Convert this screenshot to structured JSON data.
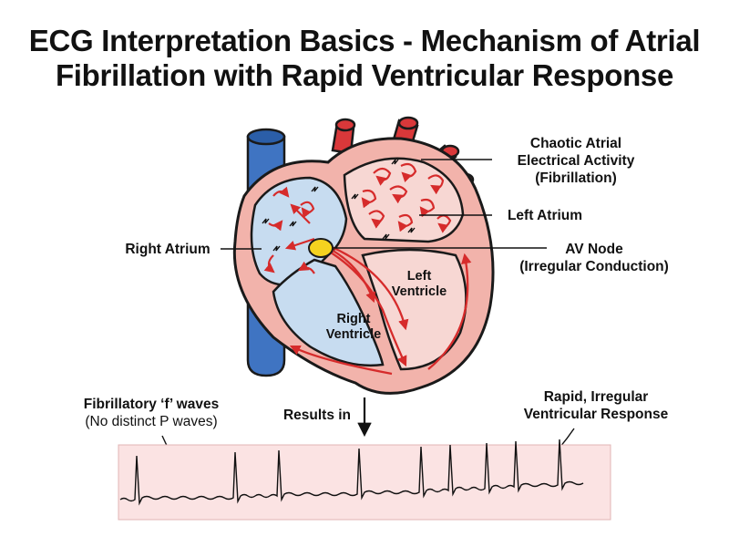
{
  "title": {
    "line1": "ECG Interpretation Basics - Mechanism of Atrial",
    "line2": "Fibrillation with Rapid Ventricular Response"
  },
  "labels": {
    "chaotic_line1": "Chaotic Atrial",
    "chaotic_line2": "Electrical Activity",
    "chaotic_line3": "(Fibrillation)",
    "left_atrium": "Left Atrium",
    "right_atrium": "Right Atrium",
    "av_node_line1": "AV Node",
    "av_node_line2": "(Irregular Conduction)",
    "left_ventricle_line1": "Left",
    "left_ventricle_line2": "Ventricle",
    "right_ventricle_line1": "Right",
    "right_ventricle_line2": "Ventricle",
    "f_waves_line1": "Fibrillatory ‘f’ waves",
    "f_waves_line2": "(No distinct P waves)",
    "results_in": "Results in",
    "rapid_line1": "Rapid, Irregular",
    "rapid_line2": "Ventricular Response"
  },
  "colors": {
    "heart_wall": "#f2b3ab",
    "heart_outline": "#1a1a1a",
    "right_chambers": "#c7dcf0",
    "left_chambers": "#f7d7d3",
    "vessel_blue": "#3f74c2",
    "artery_red": "#d9383a",
    "signal_red": "#d62b2b",
    "av_node": "#f5d21f",
    "ecg_strip": "#fbe3e3"
  }
}
